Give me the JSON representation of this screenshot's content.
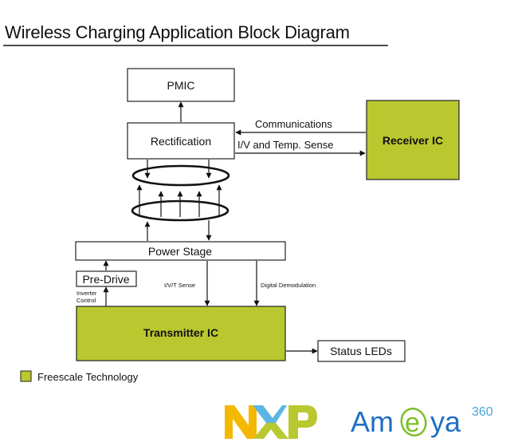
{
  "title": "Wireless Charging Application Block Diagram",
  "colors": {
    "freescale_green": "#B9C82F",
    "nxp_yellow": "#F5B800",
    "nxp_blue": "#5BB6E6",
    "nxp_green": "#B9C82F",
    "ameya_blue": "#1F6FC4",
    "ameya_green": "#7DBE2B",
    "ameya_number": "#4AA4D8"
  },
  "blocks": {
    "pmic": "PMIC",
    "rectification": "Rectification",
    "receiver_ic": "Receiver IC",
    "power_stage": "Power Stage",
    "pre_drive": "Pre-Drive",
    "transmitter_ic": "Transmitter IC",
    "status_leds": "Status LEDs"
  },
  "edge_labels": {
    "communications": "Communications",
    "iv_temp_sense": "I/V and Temp. Sense",
    "ivt_sense": "I/V/T Sense",
    "digital_demodulation": "Digital Demodulation",
    "inverter_control_line1": "Inverter",
    "inverter_control_line2": "Control"
  },
  "legend": {
    "label": "Freescale Technology"
  },
  "logos": {
    "nxp": {
      "letters": [
        "N",
        "X",
        "P"
      ]
    },
    "ameya": {
      "part1": "Am",
      "part2": "e",
      "part3": "ya",
      "superscript": "360"
    }
  }
}
